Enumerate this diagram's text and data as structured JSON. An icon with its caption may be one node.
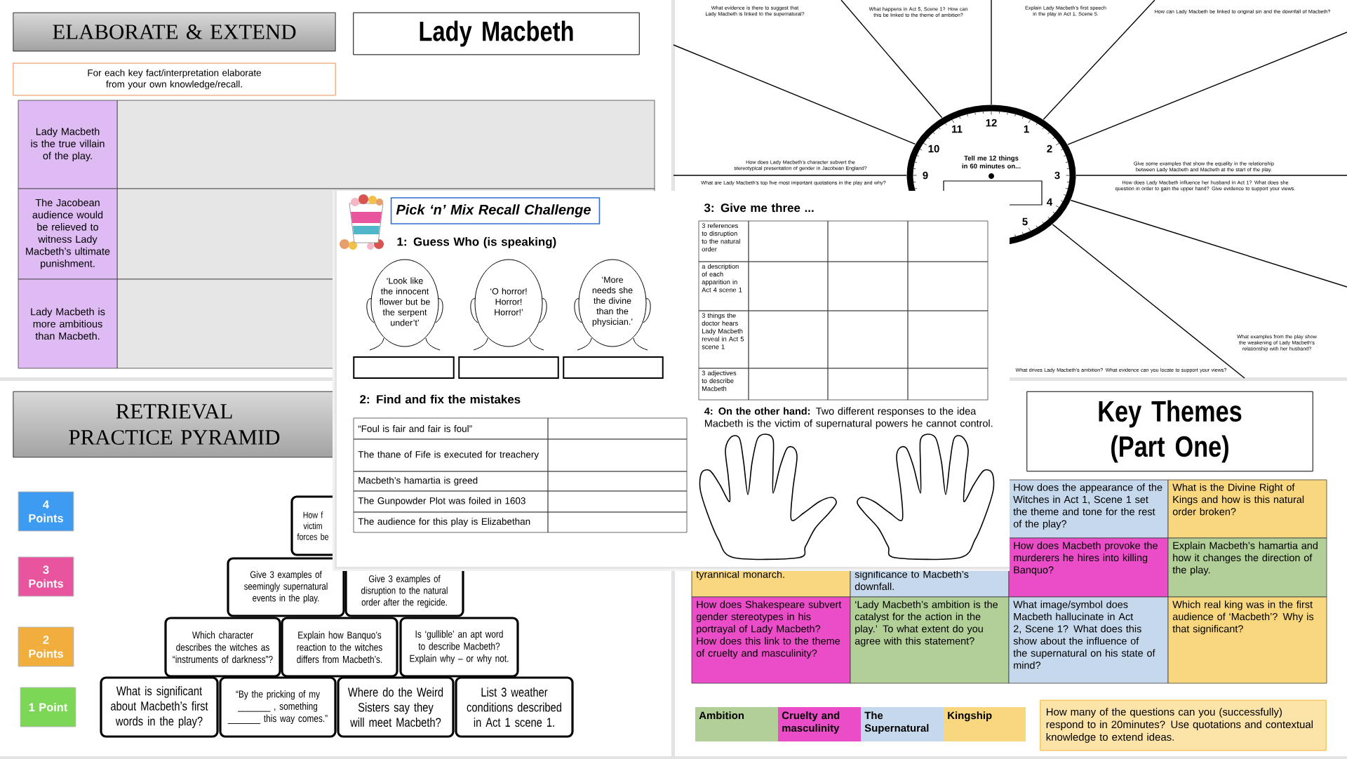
{
  "diagram": {
    "nodes": [
      {
        "text": [
          "ELABORATE & EXTEND"
        ]
      },
      {
        "text": [
          "Lady Macbeth"
        ]
      },
      {
        "text": [
          "For each key fact/interpretation elaborate from your own knowledge/recall."
        ]
      },
      {
        "text": [
          "Tell me 12 things in 60 minutes on..."
        ]
      },
      {
        "text": [
          "Pick ‘n’ Mix Recall Challenge"
        ]
      },
      {
        "text": [
          "‘Look like the innocent flower but be the serpent under’t’"
        ]
      },
      {
        "text": [
          "‘O horror! Horror! Horror!’"
        ]
      },
      {
        "text": [
          "‘More needs she the divine than the physician.’"
        ]
      },
      {
        "text": [],
        "shape": "box"
      },
      {
        "text": [],
        "shape": "box"
      },
      {
        "text": [],
        "shape": "box"
      },
      {
        "text": [
          "RETRIEVAL PRACTICE PYRAMID"
        ]
      },
      {
        "text": [
          "4 Points"
        ]
      },
      {
        "text": [
          "3 Points"
        ]
      },
      {
        "text": [
          "2 Points"
        ]
      },
      {
        "text": [
          "1 Point"
        ]
      },
      {
        "text": [
          "How f victim forces be"
        ]
      },
      {
        "text": [
          "Give 3 examples of seemingly supernatural events in the play."
        ]
      },
      {
        "text": [
          "Give 3 examples of disruption to the natural order after the regicide."
        ]
      },
      {
        "text": [
          "Which character describes the witches as “instruments of darkness”?"
        ]
      },
      {
        "text": [
          "Explain how Banquo’s reaction to the witches differs from Macbeth’s."
        ]
      },
      {
        "text": [
          "Is ‘gullible’ an apt word to describe Macbeth? Explain why – or why not."
        ]
      },
      {
        "text": [
          "What is significant about Macbeth’s first words in the play?"
        ]
      },
      {
        "text": [
          "“By the pricking of my _______ , something _______ this way comes.”"
        ]
      },
      {
        "text": [
          "Where do the Weird Sisters say they will meet Macbeth?"
        ]
      },
      {
        "text": [
          "List 3 weather conditions described in Act 1 scene 1."
        ]
      },
      {
        "text": [
          "Key Themes (Part One)"
        ]
      },
      {
        "text": [
          "How many of the questions can you (successfully) respond to in 20minutes? Use quotations and contextual knowledge to extend ideas."
        ]
      }
    ],
    "labels": [
      "What evidence is there to suggest that Lady Macbeth is linked to the supernatural?",
      "What happens in Act 5, Scene 1? How can this be linked to the theme of ambition?",
      "Explain Lady Macbeth’s first speech in the play in Act 1, Scene 5.",
      "How can Lady Macbeth be linked to original sin and the downfall of Macbeth?",
      "How does Lady Macbeth’s character subvert the stereotypical presentation of gender in Jacobean England?",
      "Give some examples that show the equality in the relationship between Lady Macbeth and Macbeth at the start of the play.",
      "What are Lady Macbeth’s top five most important quotations in the play and why?",
      "How does Lady Macbeth influence her husband in Act 1? What does she question in order to gain the upper hand? Give evidence to support your views.",
      "What examples from the play show the weakening of Lady Macbeth’s relationship with her husband?",
      "What drives Lady Macbeth’s ambition? What evidence can you locate to support your views?",
      "12",
      "1",
      "2",
      "3",
      "4",
      "5",
      "9",
      "10",
      "11",
      "Lady Macbeth is the true villain of the play.",
      "The Jacobean audience would be relieved to witness Lady Macbeth’s ultimate punishment.",
      "Lady Macbeth is more ambitious than Macbeth.",
      "1: Guess Who (is speaking)",
      "2: Find and fix the mistakes",
      "“Foul is fair and fair is foul”",
      "The thane of Fife is executed for treachery",
      "Macbeth’s hamartia is greed",
      "The Gunpowder Plot was foiled in 1603",
      "The audience for this play is Elizabethan",
      "3: Give me three ...",
      "3 references to disruption to the natural order",
      "a description of each apparition in Act 4 scene 1",
      "3 things the doctor hears Lady Macbeth reveal in Act 5 scene 1",
      "3 adjectives to describe Macbeth",
      "**4: On the other hand:** Two different responses to the idea Macbeth is the victim of supernatural powers he cannot control.",
      "How does the appearance of the Witches in Act 1, Scene 1 set the theme and tone for the rest of the play?",
      "What is the Divine Right of Kings and how is this natural order broken?",
      "tyrannical monarch.",
      "significance to Macbeth’s downfall.",
      "How does Macbeth provoke the murderers he hires into killing Banquo?",
      "Explain Macbeth’s hamartia and how it changes the direction of the play.",
      "How does Shakespeare subvert gender stereotypes in his portrayal of Lady Macbeth? How does this link to the theme of cruelty and masculinity?",
      "‘Lady Macbeth’s ambition is the catalyst for the action in the play.’ To what extent do you agree with this statement?",
      "What image/symbol does Macbeth hallucinate in Act 2, Scene 1? What does this show about the influence of the supernatural on his state of mind?",
      "Which real king was in the first audience of ‘Macbeth’? Why is that significant?"
    ],
    "legend": [
      {
        "text": "Ambition",
        "color": "#b2cf98"
      },
      {
        "text": "Cruelty and masculinity",
        "color": "#ea4dc7"
      },
      {
        "text": "The Supernatural",
        "color": "#c5d8ec"
      },
      {
        "text": "Kingship",
        "color": "#f8d77e"
      }
    ]
  }
}
